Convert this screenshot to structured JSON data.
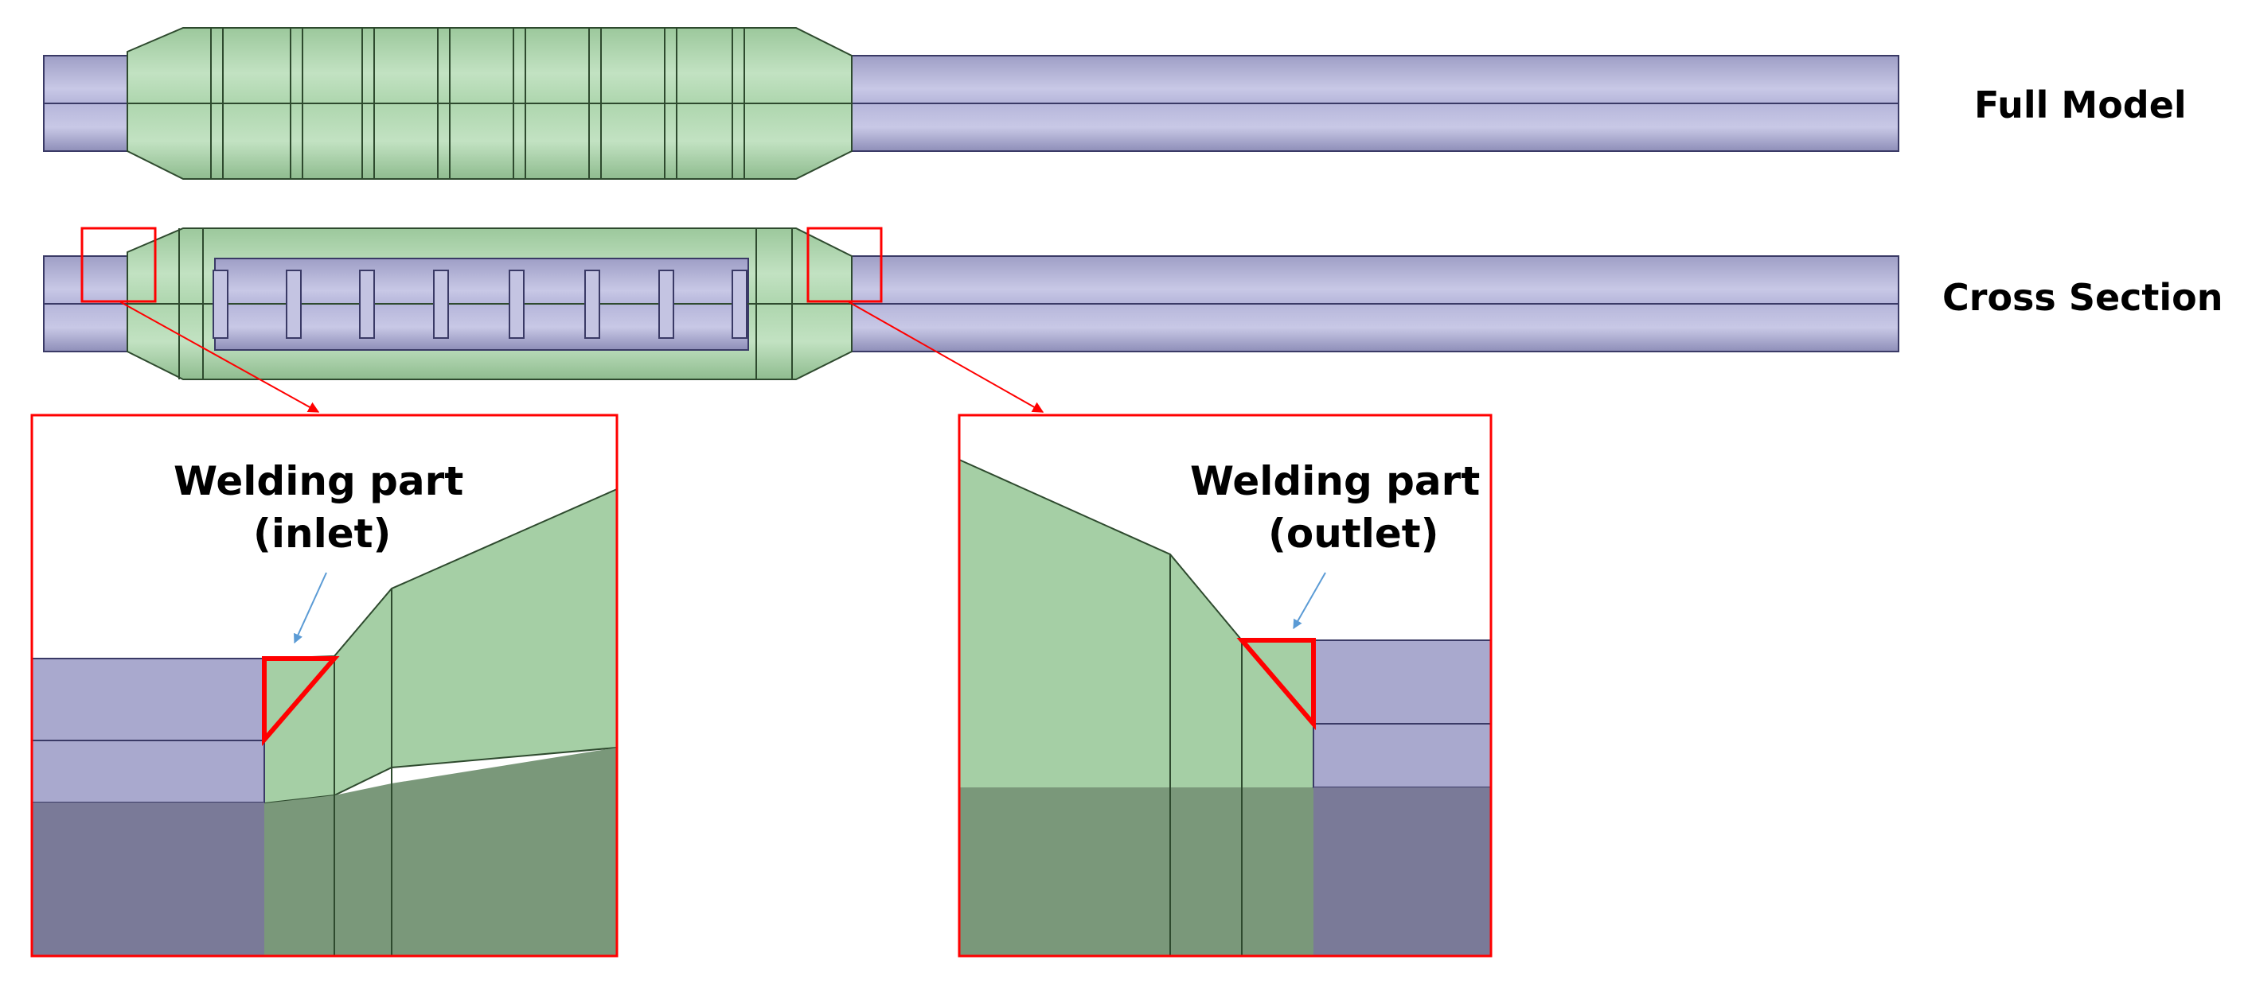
{
  "labels": {
    "full_model": "Full Model",
    "cross_section": "Cross Section",
    "inlet_line1": "Welding part",
    "inlet_line2": "(inlet)",
    "outlet_line1": "Welding part",
    "outlet_line2": "(outlet)"
  },
  "colors": {
    "pipe": "#a9a9ce",
    "pipe_light": "#c4c4e2",
    "pipe_dark": "#7a7a98",
    "body_green": "#a5cfa5",
    "body_green_light": "#bfe0bf",
    "body_green_dark": "#7a987a",
    "outline": "#2e4a2e",
    "pipe_outline": "#3a3a66",
    "highlight": "#ff0000",
    "arrow": "#5b9bd5"
  }
}
